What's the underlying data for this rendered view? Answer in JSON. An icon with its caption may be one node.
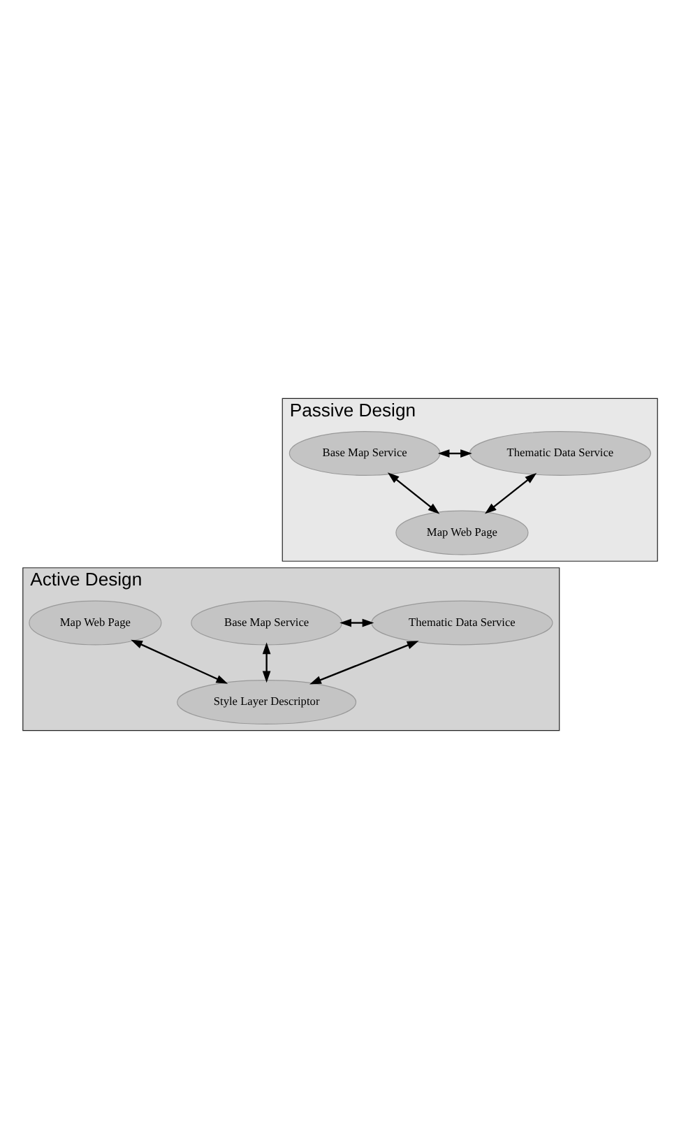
{
  "diagram": {
    "nodes": [
      {
        "text": [
          "Passive Design"
        ]
      },
      {
        "text": [
          "Thematic Data Service"
        ],
        "in": 0
      },
      {
        "text": [
          "Base Map Service"
        ],
        "in": 0
      },
      {
        "text": [
          "Map Web Page"
        ],
        "in": 0
      },
      {
        "text": [
          "Active Design"
        ]
      },
      {
        "text": [
          "Thematic Data Service"
        ],
        "in": 4
      },
      {
        "text": [
          "Base Map Service"
        ],
        "in": 4
      },
      {
        "text": [
          "Style Layer Descriptor"
        ],
        "in": 4
      },
      {
        "text": [
          "Map Web Page"
        ],
        "in": 4
      }
    ],
    "edges": [
      {
        "from": 2,
        "to": 1,
        "arrow": "both"
      },
      {
        "from": 1,
        "to": 3,
        "arrow": "both"
      },
      {
        "from": 2,
        "to": 3,
        "arrow": "both"
      },
      {
        "from": 6,
        "to": 5,
        "arrow": "both"
      },
      {
        "from": 5,
        "to": 7,
        "arrow": "both"
      },
      {
        "from": 6,
        "to": 7,
        "arrow": "both"
      },
      {
        "from": 8,
        "to": 7,
        "arrow": "both"
      }
    ]
  }
}
